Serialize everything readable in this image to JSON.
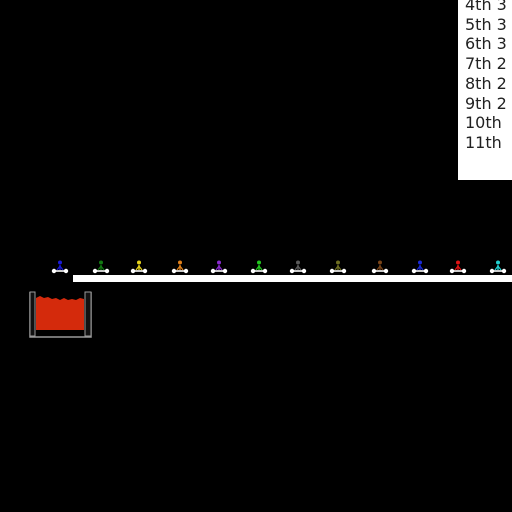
{
  "colors": {
    "background": "#000000",
    "track": "#ffffff",
    "lava": "#d42a0c",
    "pit_outline": "#9a9a9a",
    "leaderboard_bg": "#ffffff",
    "leaderboard_text": "#222222"
  },
  "leaderboard": [
    {
      "place": "4th",
      "value": "3"
    },
    {
      "place": "5th",
      "value": "3"
    },
    {
      "place": "6th",
      "value": "3"
    },
    {
      "place": "7th",
      "value": "2"
    },
    {
      "place": "8th",
      "value": "2"
    },
    {
      "place": "9th",
      "value": "2"
    },
    {
      "place": "10th",
      "value": ""
    },
    {
      "place": "11th",
      "value": ""
    }
  ],
  "riders": [
    {
      "name": "rider-1",
      "color": "#1a1ad8"
    },
    {
      "name": "rider-2",
      "color": "#127a12"
    },
    {
      "name": "rider-3",
      "color": "#e6d21a"
    },
    {
      "name": "rider-4",
      "color": "#e0801a"
    },
    {
      "name": "rider-5",
      "color": "#8a2ad0"
    },
    {
      "name": "rider-6",
      "color": "#22c81e"
    },
    {
      "name": "rider-7",
      "color": "#5a5a5a"
    },
    {
      "name": "rider-8",
      "color": "#6e6e22"
    },
    {
      "name": "rider-9",
      "color": "#7a4418"
    },
    {
      "name": "rider-10",
      "color": "#1a2ad8"
    },
    {
      "name": "rider-11",
      "color": "#e01414"
    },
    {
      "name": "rider-12",
      "color": "#22d0d0"
    }
  ]
}
